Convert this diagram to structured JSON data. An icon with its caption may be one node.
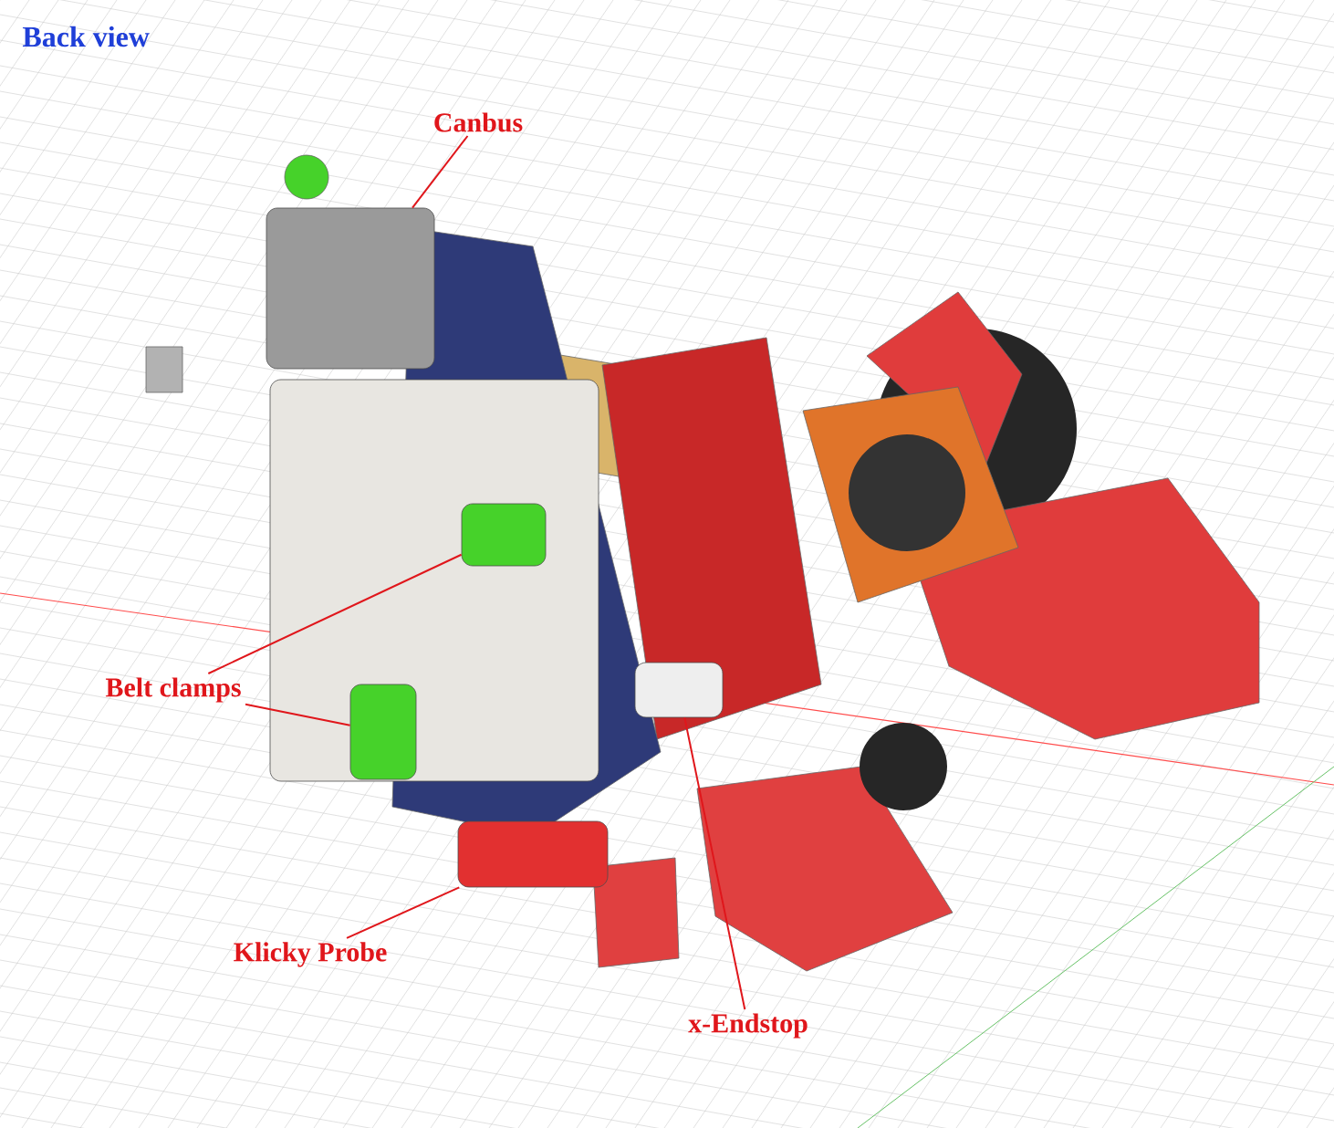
{
  "diagram": {
    "title": "Back view",
    "nodes": [
      {
        "text": [
          "Canbus"
        ]
      },
      {
        "text": [],
        "shape": "box"
      },
      {
        "text": [],
        "shape": "box"
      },
      {
        "text": [
          "Belt clamps"
        ]
      },
      {
        "text": [],
        "shape": "box",
        "in": 2
      },
      {
        "text": [],
        "shape": "box",
        "in": 2
      },
      {
        "text": [
          "Klicky Probe"
        ]
      },
      {
        "text": [],
        "shape": "box"
      },
      {
        "text": [
          "x-Endstop"
        ]
      },
      {
        "text": [],
        "shape": "box"
      }
    ],
    "edges": [
      {
        "from": 0,
        "to": 1,
        "arrow": "none"
      },
      {
        "from": 3,
        "to": 4,
        "arrow": "none"
      },
      {
        "from": 3,
        "to": 5,
        "arrow": "none"
      },
      {
        "from": 6,
        "to": 7,
        "arrow": "none"
      },
      {
        "from": 8,
        "to": 9,
        "arrow": "none"
      }
    ]
  }
}
